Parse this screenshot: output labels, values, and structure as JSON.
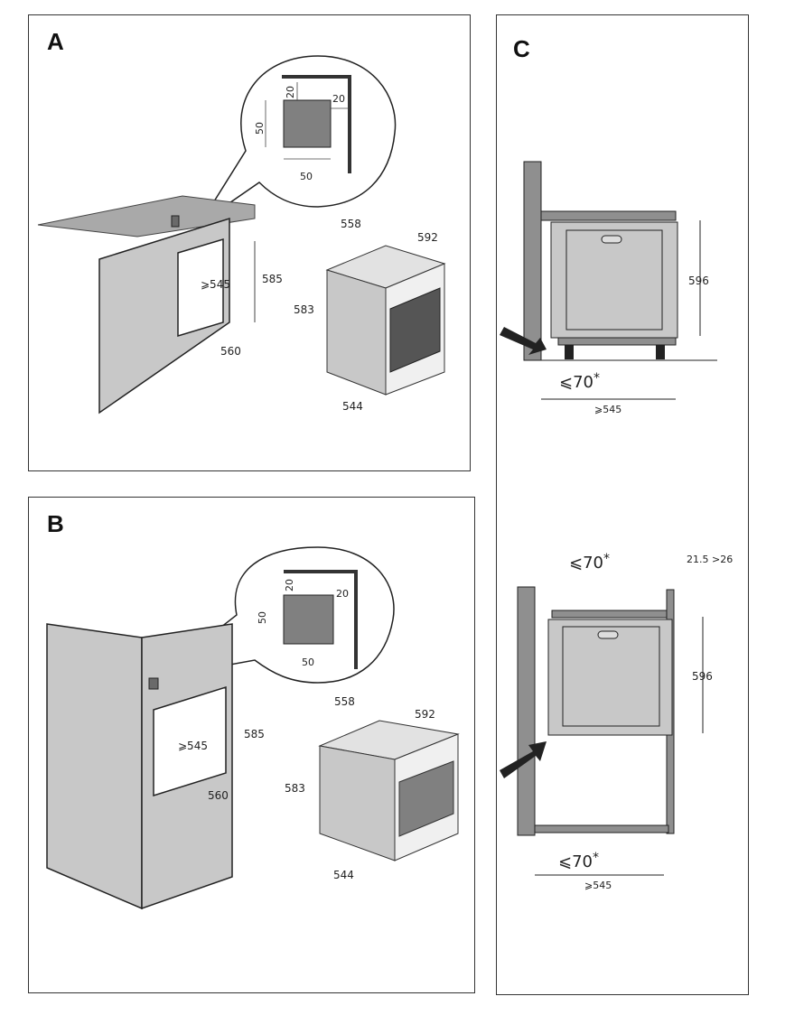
{
  "panels": {
    "a": {
      "label": "A",
      "detail": {
        "top_gap": "20",
        "side_gap": "20",
        "hole_height": "50",
        "hole_width": "50"
      },
      "cabinet": {
        "opening_depth": "⩾545",
        "opening_height": "585",
        "opening_width": "560"
      },
      "oven": {
        "depth": "558",
        "width": "592",
        "height": "583",
        "body_width": "544"
      }
    },
    "b": {
      "label": "B",
      "detail": {
        "top_gap": "20",
        "side_gap": "20",
        "hole_height": "50",
        "hole_width": "50"
      },
      "cabinet": {
        "opening_depth": "⩾545",
        "opening_height": "585",
        "opening_width": "560"
      },
      "oven": {
        "depth": "558",
        "width": "592",
        "height": "583",
        "body_width": "544"
      }
    },
    "c": {
      "label": "C",
      "top": {
        "height": "596",
        "gap": "⩽70",
        "gap_note": "*",
        "depth": "⩾545"
      },
      "bottom": {
        "top_gap": "⩽70",
        "top_gap_note": "*",
        "frame": "21.5 >26",
        "height": "596",
        "gap": "⩽70",
        "gap_note": "*",
        "depth": "⩾545"
      }
    }
  },
  "colors": {
    "fill_light": "#c8c8c8",
    "fill_mid": "#8f8f8f",
    "fill_dark": "#555555",
    "stroke": "#222222"
  }
}
